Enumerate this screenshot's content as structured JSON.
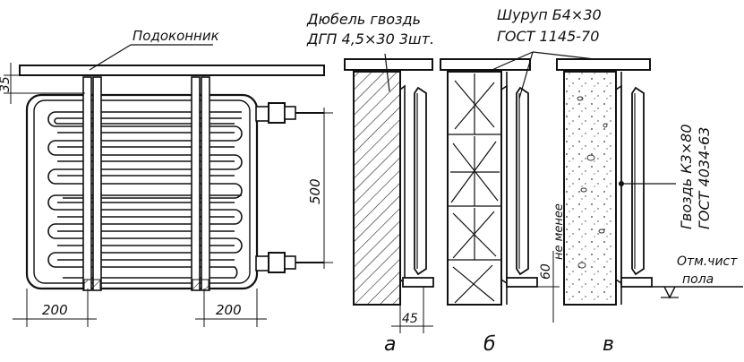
{
  "labels": {
    "windowsill": "Подоконник",
    "dowel_line1": "Дюбель гвоздь",
    "dowel_line2": "ДГП 4,5×30 3шт.",
    "screw_line1": "Шуруп Б4×30",
    "screw_line2": "ГОСТ 1145-70",
    "nail_line1": "Гвоздь К3×80",
    "nail_line2": "ГОСТ 4034-63",
    "not_less": "не менее",
    "floor_mark_line1": "Отм.чист",
    "floor_mark_line2": "пола"
  },
  "dimensions": {
    "top_offset": "35",
    "height_500": "500",
    "left_200": "200",
    "right_200": "200",
    "wall_gap_45": "45",
    "floor_gap_60": "60"
  },
  "view_labels": {
    "a": "а",
    "b": "б",
    "v": "в"
  }
}
